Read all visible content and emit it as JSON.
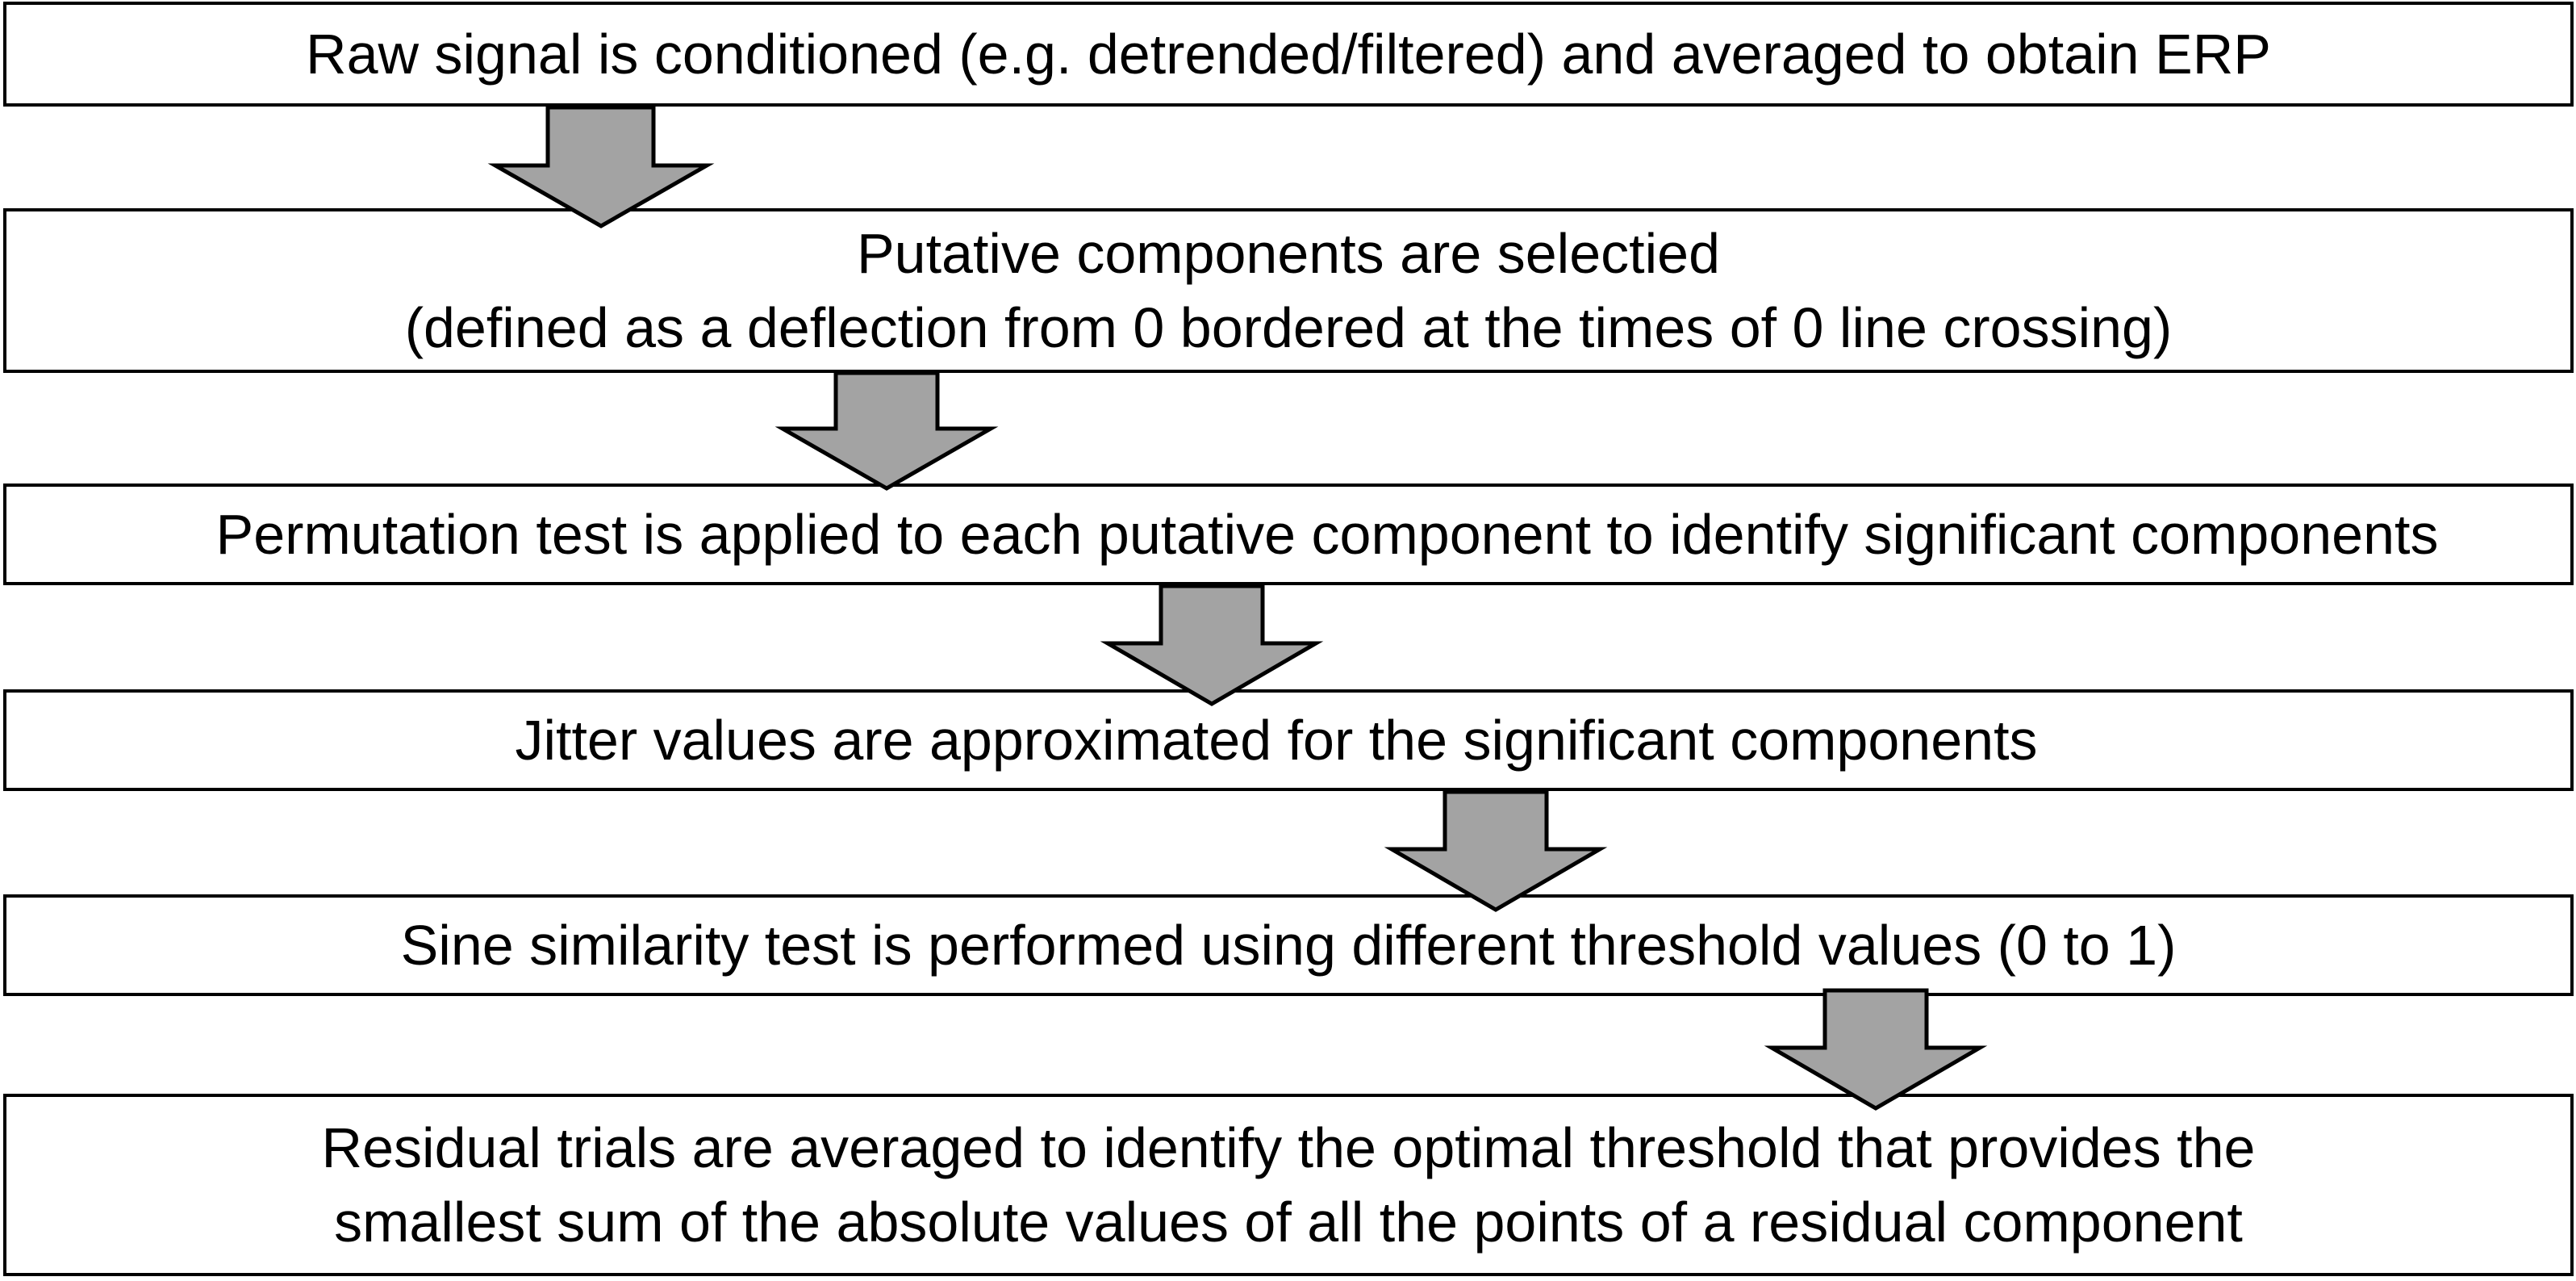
{
  "flowchart": {
    "steps": [
      {
        "lines": [
          "Raw signal is conditioned (e.g. detrended/filtered) and averaged to obtain ERP"
        ]
      },
      {
        "lines": [
          "Putative components are selectied",
          "(defined as a deflection from 0 bordered at the times of 0 line crossing)"
        ]
      },
      {
        "lines": [
          "Permutation test is applied to each putative component to identify significant components"
        ]
      },
      {
        "lines": [
          "Jitter values are approximated for the significant components"
        ]
      },
      {
        "lines": [
          "Sine similarity test is performed using different threshold values (0 to 1)"
        ]
      },
      {
        "lines": [
          "Residual trials are averaged to identify the optimal threshold that provides the",
          "smallest sum of the absolute values of all the points of a residual component"
        ]
      }
    ],
    "colors": {
      "arrow_fill": "#a3a3a3",
      "border": "#000000",
      "background": "#ffffff"
    }
  }
}
